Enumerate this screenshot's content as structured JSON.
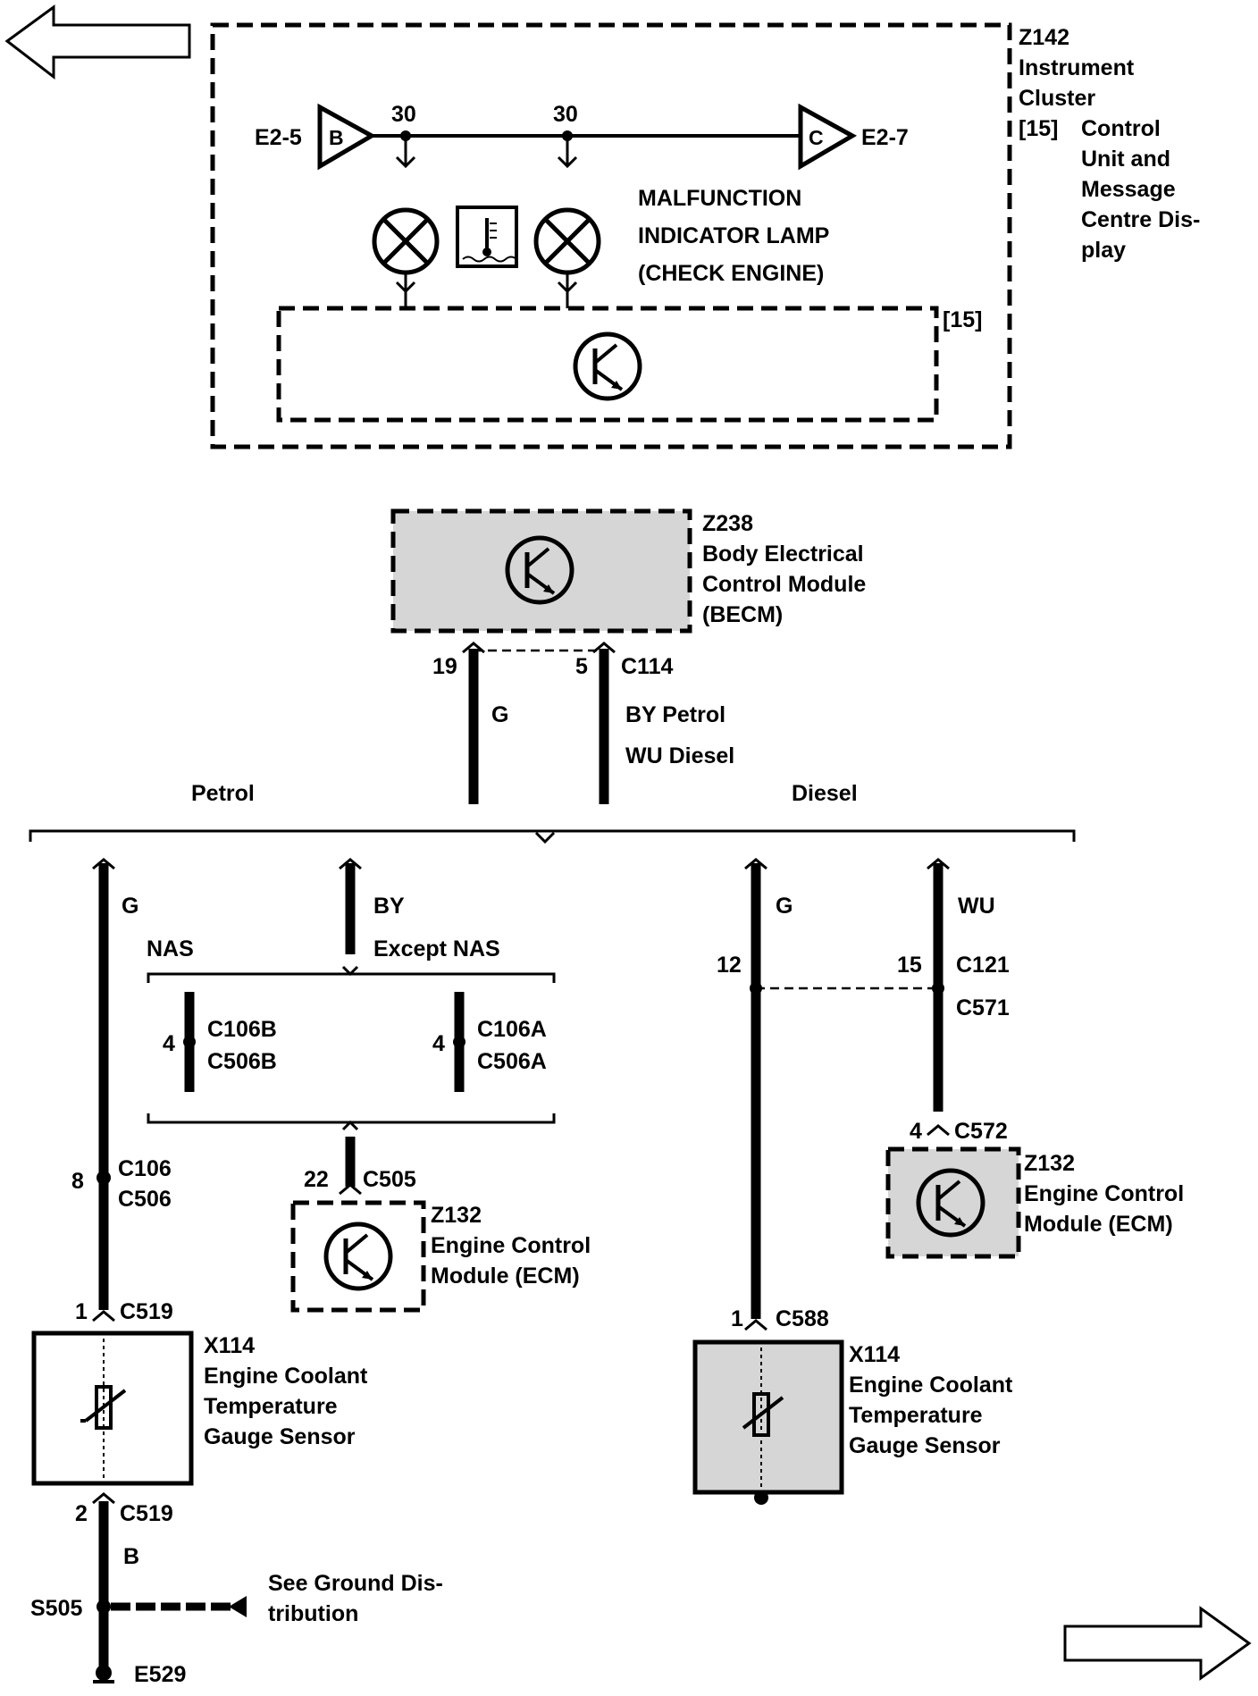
{
  "instrument_cluster": {
    "id": "Z142",
    "name_line1": "Instrument",
    "name_line2": "Cluster",
    "sub_ref": "[15]",
    "sub_line1": "Control",
    "sub_line2": "Unit and",
    "sub_line3": "Message",
    "sub_line4": "Centre Dis-",
    "sub_line5": "play",
    "inner_ref": "[15]",
    "conn_left": "E2-5",
    "conn_left_letter": "B",
    "conn_right": "E2-7",
    "conn_right_letter": "C",
    "pin_a": "30",
    "pin_b": "30",
    "lamp_line1": "MALFUNCTION",
    "lamp_line2": "INDICATOR LAMP",
    "lamp_line3": "(CHECK ENGINE)"
  },
  "becm": {
    "id": "Z238",
    "line1": "Body Electrical",
    "line2": "Control Module",
    "line3": "(BECM)",
    "pin_left": "19",
    "pin_right": "5",
    "connector": "C114",
    "wire_left": "G",
    "wire_right_1": "BY  Petrol",
    "wire_right_2": "WU Diesel"
  },
  "branches": {
    "left": "Petrol",
    "right": "Diesel"
  },
  "petrol": {
    "wire_g": "G",
    "wire_by": "BY",
    "nas": "NAS",
    "except_nas": "Except NAS",
    "pin_c106b": "4",
    "c106b": "C106B",
    "c506b": "C506B",
    "pin_c106a": "4",
    "c106a": "C106A",
    "c506a": "C506A",
    "pin_c505": "22",
    "c505": "C505",
    "ecm_id": "Z132",
    "ecm_line1": "Engine Control",
    "ecm_line2": "Module (ECM)",
    "pin_c106": "8",
    "c106": "C106",
    "c506": "C506",
    "pin_c519_top": "1",
    "c519_top": "C519",
    "sensor_id": "X114",
    "sensor_line1": "Engine Coolant",
    "sensor_line2": "Temperature",
    "sensor_line3": "Gauge Sensor",
    "pin_c519_bottom": "2",
    "c519_bottom": "C519",
    "wire_b": "B",
    "splice": "S505",
    "ground_ref_1": "See Ground Dis-",
    "ground_ref_2": "tribution",
    "ground": "E529"
  },
  "diesel": {
    "wire_g": "G",
    "wire_wu": "WU",
    "pin_12": "12",
    "pin_15": "15",
    "c121": "C121",
    "c571": "C571",
    "pin_c572": "4",
    "c572": "C572",
    "ecm_id": "Z132",
    "ecm_line1": "Engine Control",
    "ecm_line2": "Module (ECM)",
    "pin_c588": "1",
    "c588": "C588",
    "sensor_id": "X114",
    "sensor_line1": "Engine Coolant",
    "sensor_line2": "Temperature",
    "sensor_line3": "Gauge Sensor"
  },
  "icons": [
    "previous-page-arrow-icon",
    "next-page-arrow-icon",
    "lamp-icon",
    "coolant-temperature-icon",
    "transistor-module-icon",
    "thermistor-sensor-icon",
    "ground-icon",
    "splice-icon"
  ]
}
